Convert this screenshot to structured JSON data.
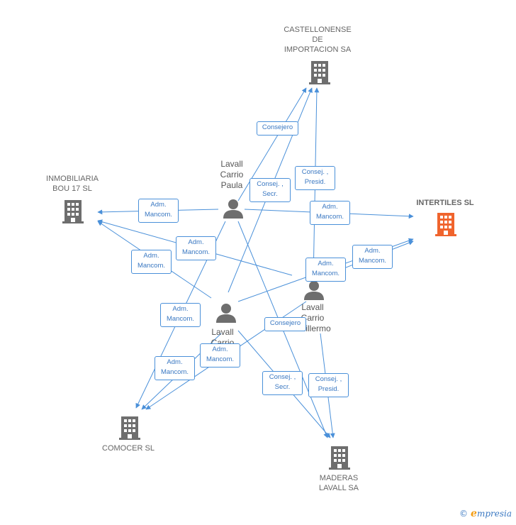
{
  "colors": {
    "edge": "#4a90d9",
    "building": "#6e6e6e",
    "building_highlight": "#f0642d",
    "person": "#6e6e6e"
  },
  "nodes": {
    "castellonense": {
      "label": "CASTELLONENSE\nDE\nIMPORTACION SA",
      "icon": "building-icon"
    },
    "inmobiliaria": {
      "label": "INMOBILIARIA\nBOU 17 SL",
      "icon": "building-icon"
    },
    "intertiles": {
      "label": "INTERTILES SL",
      "icon": "building-icon"
    },
    "comocer": {
      "label": "COMOCER SL",
      "icon": "building-icon"
    },
    "maderas": {
      "label": "MADERAS\nLAVALL SA",
      "icon": "building-icon"
    },
    "paula": {
      "label": "Lavall\nCarrio\nPaula",
      "icon": "person-icon"
    },
    "guillermo": {
      "label": "Lavall\nCarrio\nGuillermo",
      "icon": "person-icon"
    },
    "carrio": {
      "label": "Lavall\nCarrio",
      "icon": "person-icon"
    }
  },
  "edge_labels": {
    "consejero_1": "Consejero",
    "consej_secr_1": "Consej. ,\nSecr.",
    "consej_presid_1": "Consej. ,\nPresid.",
    "adm_1": "Adm.\nMancom.",
    "adm_2": "Adm.\nMancom.",
    "adm_3": "Adm.\nMancom.",
    "adm_4": "Adm.\nMancom.",
    "adm_5": "Adm.\nMancom.",
    "adm_6": "Adm.\nMancom.",
    "adm_7": "Adm.\nMancom.",
    "adm_8": "Adm.\nMancom.",
    "adm_9": "Adm.\nMancom.",
    "consejero_2": "Consejero",
    "consej_secr_2": "Consej. ,\nSecr.",
    "consej_presid_2": "Consej. ,\nPresid."
  },
  "footer": {
    "copyright": "©",
    "brand_initial": "e",
    "brand_rest": "mpresia"
  }
}
